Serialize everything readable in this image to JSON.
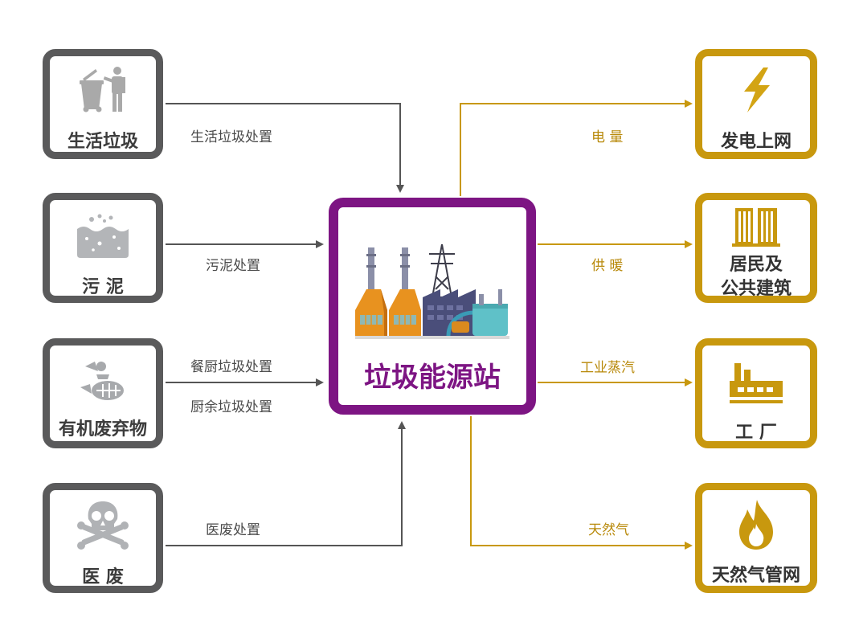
{
  "center": {
    "label": "垃圾能源站"
  },
  "sources": [
    {
      "id": "household",
      "label": "生活垃圾",
      "icon": "trash-bin-person-icon",
      "edge_labels": [
        "生活垃圾处置"
      ]
    },
    {
      "id": "sludge",
      "label": "污  泥",
      "icon": "sludge-tank-icon",
      "edge_labels": [
        "污泥处置"
      ]
    },
    {
      "id": "organic",
      "label": "有机废弃物",
      "icon": "fish-bone-icon",
      "edge_labels": [
        "餐厨垃圾处置",
        "厨余垃圾处置"
      ]
    },
    {
      "id": "medical",
      "label": "医  废",
      "icon": "skull-crossbones-icon",
      "edge_labels": [
        "医废处置"
      ]
    }
  ],
  "outputs": [
    {
      "id": "grid",
      "label": "发电上网",
      "icon": "lightning-icon",
      "edge_label": "电  量"
    },
    {
      "id": "heating",
      "label_lines": [
        "居民及",
        "公共建筑"
      ],
      "icon": "building-icon",
      "edge_label": "供  暖"
    },
    {
      "id": "factory",
      "label": "工  厂",
      "icon": "factory-icon",
      "edge_label": "工业蒸汽"
    },
    {
      "id": "gas",
      "label": "天然气管网",
      "icon": "flame-icon",
      "edge_label": "天然气"
    }
  ],
  "colors": {
    "source_border": "#5a5a5b",
    "output_border": "#c8980e",
    "center_border": "#7d1583",
    "source_arrow": "#555555",
    "output_arrow": "#c8980e"
  }
}
